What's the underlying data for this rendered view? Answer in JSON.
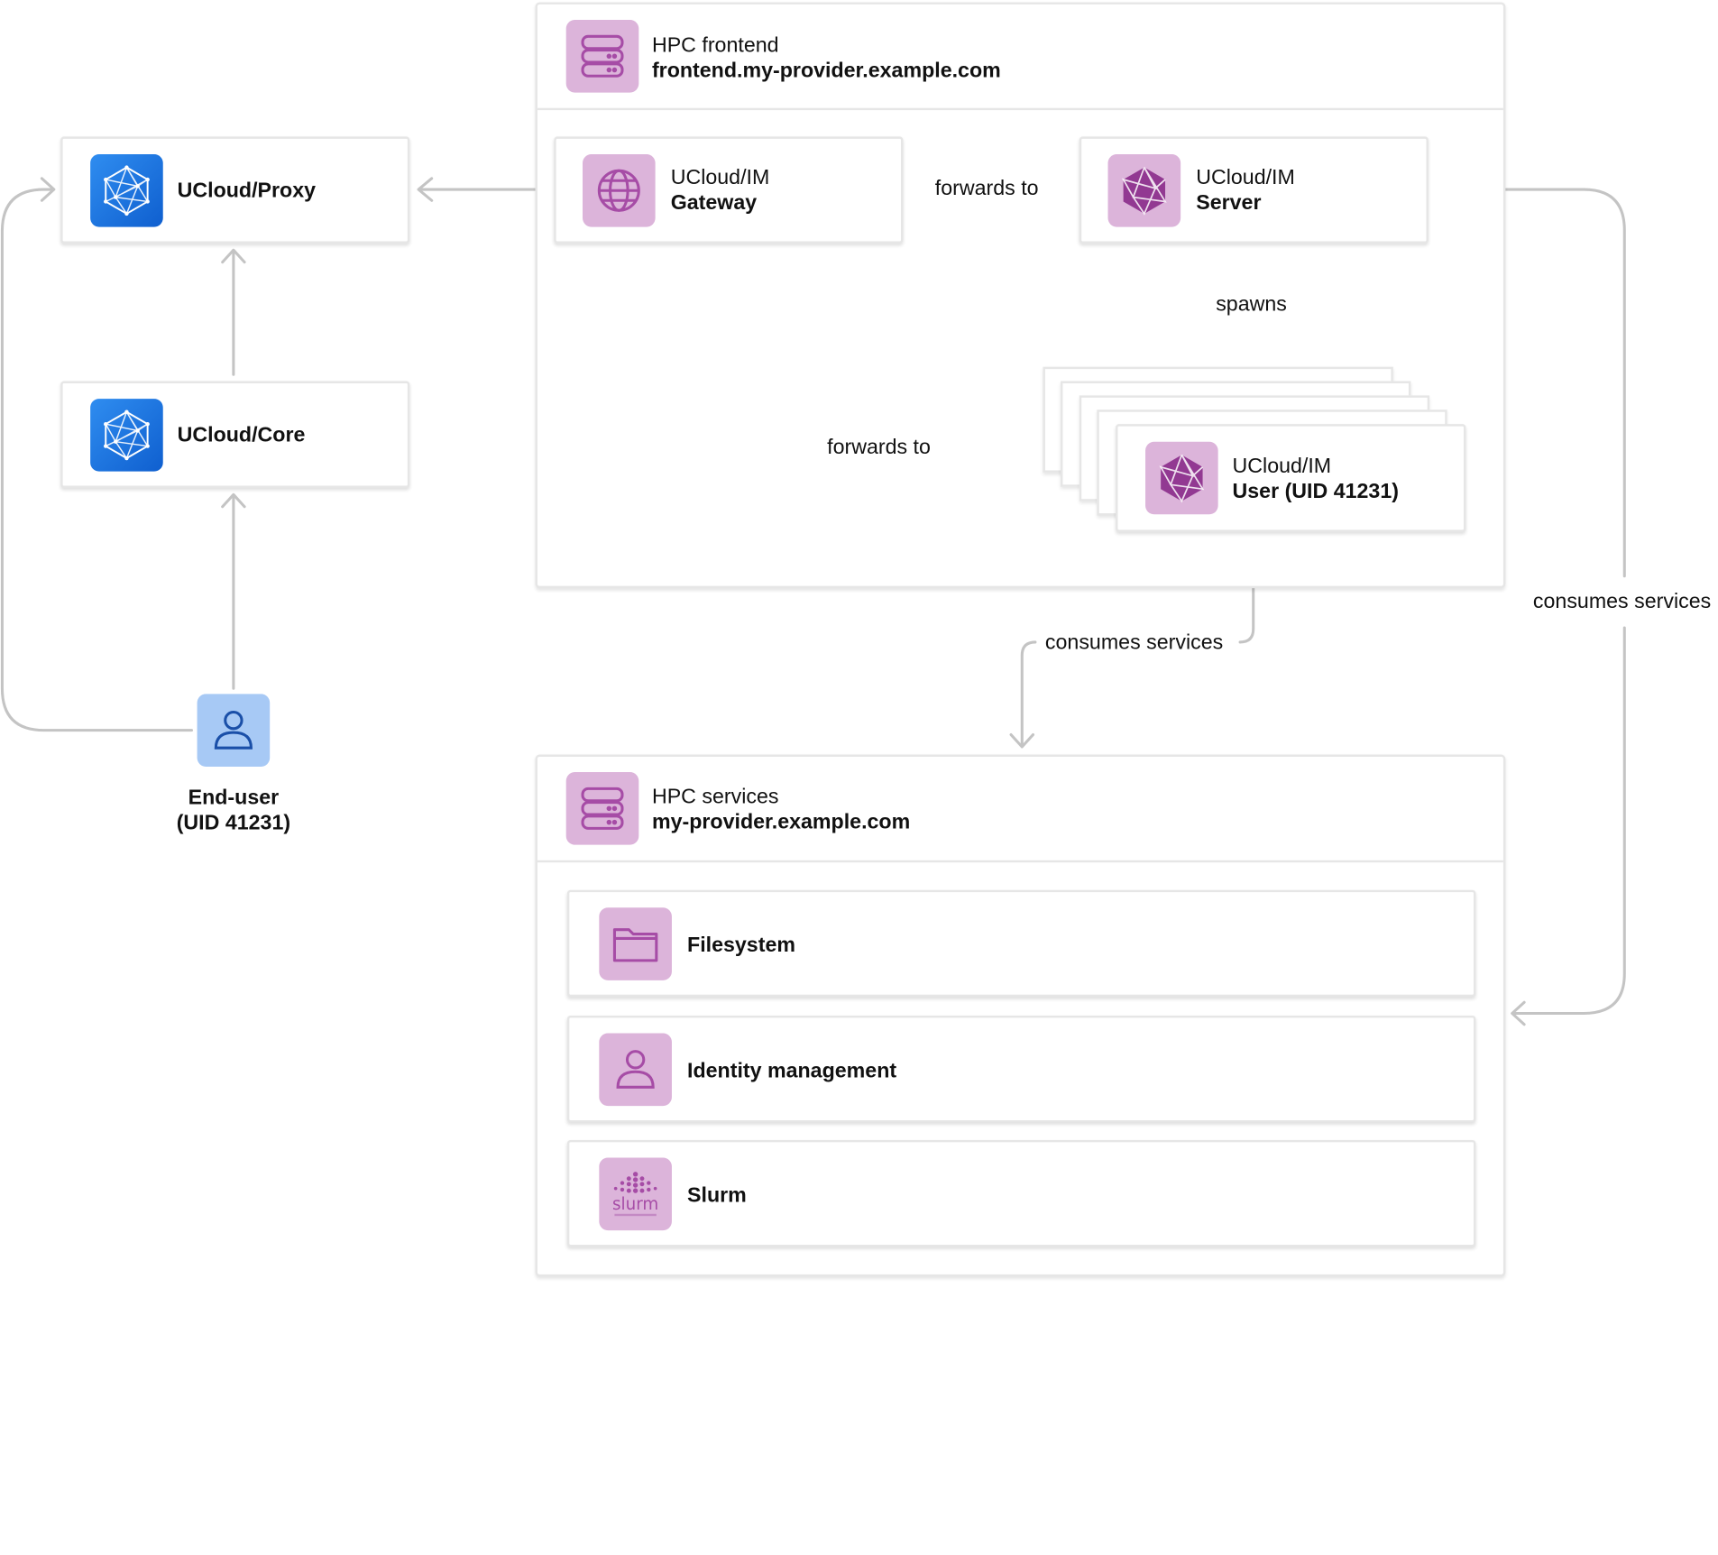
{
  "hpc_frontend": {
    "title": "HPC frontend",
    "host": "frontend.my-provider.example.com",
    "gateway": {
      "line1": "UCloud/IM",
      "line2": "Gateway"
    },
    "server": {
      "line1": "UCloud/IM",
      "line2": "Server"
    },
    "user": {
      "line1": "UCloud/IM",
      "line2": "User (UID 41231)"
    }
  },
  "hpc_services": {
    "title": "HPC services",
    "host": "my-provider.example.com",
    "items": [
      {
        "label": "Filesystem",
        "icon": "folder-icon"
      },
      {
        "label": "Identity management",
        "icon": "user-icon"
      },
      {
        "label": "Slurm",
        "icon": "slurm-logo-icon"
      }
    ]
  },
  "ucloud": {
    "proxy": "UCloud/Proxy",
    "core": "UCloud/Core"
  },
  "end_user": {
    "line1": "End-user",
    "line2": "(UID 41231)"
  },
  "edges": {
    "gateway_to_server": "forwards to",
    "server_spawns_user": "spawns",
    "gateway_to_user": "forwards to",
    "user_consumes": "consumes services",
    "server_consumes": "consumes services"
  },
  "colors": {
    "purple_tile": "#dcb4da",
    "purple_stroke": "#a64ca6",
    "blue_tile": "#1a73e8",
    "light_blue_tile": "#a7c9f5",
    "wire": "#c4c4c4"
  }
}
